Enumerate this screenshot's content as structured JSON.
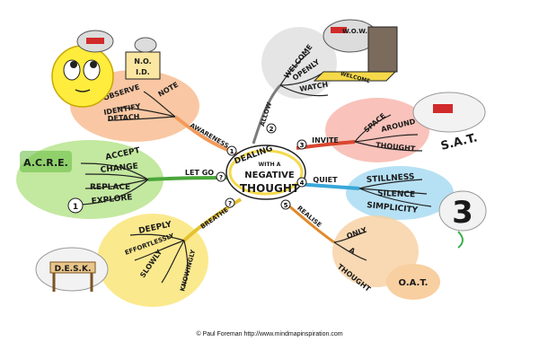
{
  "center": {
    "line1": "DEALING",
    "line2": "WITH A",
    "line3": "NEGATIVE",
    "line4": "THOUGHT"
  },
  "branches": {
    "awareness": {
      "label": "AWARENESS",
      "number": "1",
      "items": [
        "NOTE",
        "OBSERVE",
        "IDENTIFY",
        "DETACH"
      ],
      "badge": "N.O.\nI.D.",
      "color": "#f39a5a"
    },
    "letgo": {
      "label": "LET GO",
      "number": "?",
      "items": [
        "ACCEPT",
        "CHANGE",
        "REPLACE",
        "EXPLORE"
      ],
      "badge": "A.C.R.E.",
      "badge_num": "1",
      "color": "#8fd14f"
    },
    "breathe": {
      "label": "BREATHE",
      "number": "?",
      "items": [
        "DEEPLY",
        "EFFORTLESSLY",
        "SLOWLY",
        "KNOWINGLY"
      ],
      "badge": "D.E.S.K.",
      "color": "#f5d94a"
    },
    "allow": {
      "label": "ALLOW",
      "number": "2",
      "items": [
        "WELCOME",
        "OPENLY",
        "WATCH"
      ],
      "badge": "W.O.W.",
      "doormat": "WELCOME",
      "color": "#9b9b9b"
    },
    "invite": {
      "label": "INVITE",
      "number": "3",
      "items": [
        "SPACE",
        "AROUND",
        "THOUGHT"
      ],
      "badge": "S.A.T.",
      "color": "#d9462f"
    },
    "quiet": {
      "label": "QUIET",
      "number": "4",
      "items": [
        "STILLNESS",
        "SILENCE",
        "SIMPLICITY"
      ],
      "badge": "3",
      "color": "#3aa7d8"
    },
    "realise": {
      "label": "REALISE",
      "number": "5",
      "items": [
        "ONLY",
        "A",
        "THOUGHT"
      ],
      "badge": "O.A.T.",
      "color": "#e08a2c"
    }
  },
  "credit": "© Paul Foreman http://www.mindmapinspiration.com"
}
